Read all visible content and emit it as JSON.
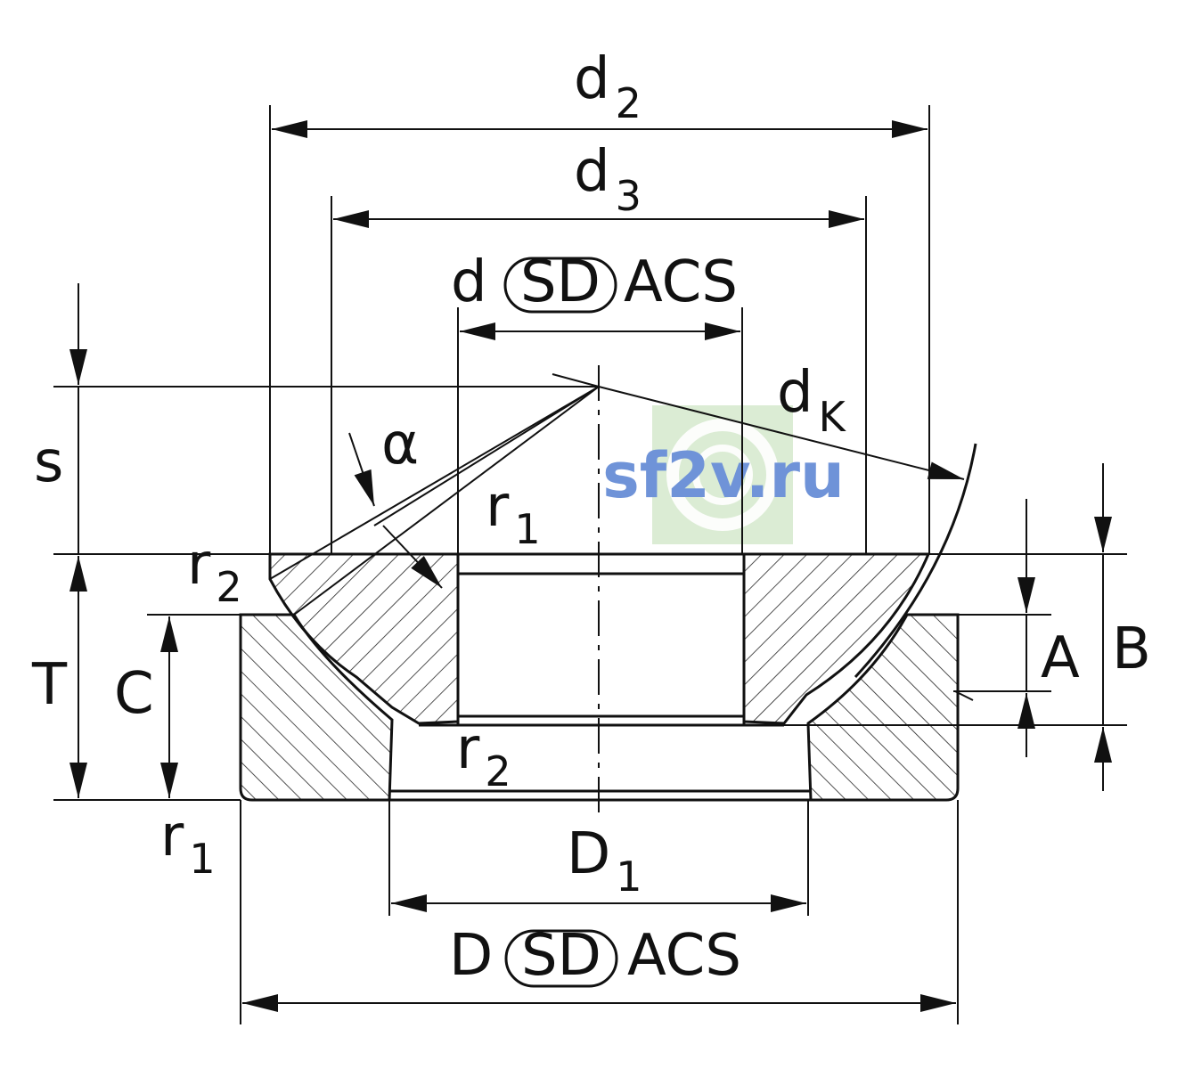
{
  "labels": {
    "d2": {
      "main": "d",
      "sub": "2"
    },
    "d3": {
      "main": "d",
      "sub": "3"
    },
    "d_sd_acs": {
      "main": "d",
      "seal": "SD",
      "suffix": "ACS"
    },
    "dk": {
      "main": "d",
      "sub": "K"
    },
    "s": "s",
    "alpha": "α",
    "r1_top": {
      "main": "r",
      "sub": "1"
    },
    "r2_left": {
      "main": "r",
      "sub": "2"
    },
    "T": "T",
    "C": "C",
    "r2_bottom": {
      "main": "r",
      "sub": "2"
    },
    "r1_bottom": {
      "main": "r",
      "sub": "1"
    },
    "D1": {
      "main": "D",
      "sub": "1"
    },
    "D_sd_acs": {
      "main": "D",
      "seal": "SD",
      "suffix": "ACS"
    },
    "A": "A",
    "B": "B"
  },
  "watermark": {
    "text": "sf2v.ru",
    "text_color": "#6f93d8",
    "badge_color": "#cfe6c6"
  }
}
